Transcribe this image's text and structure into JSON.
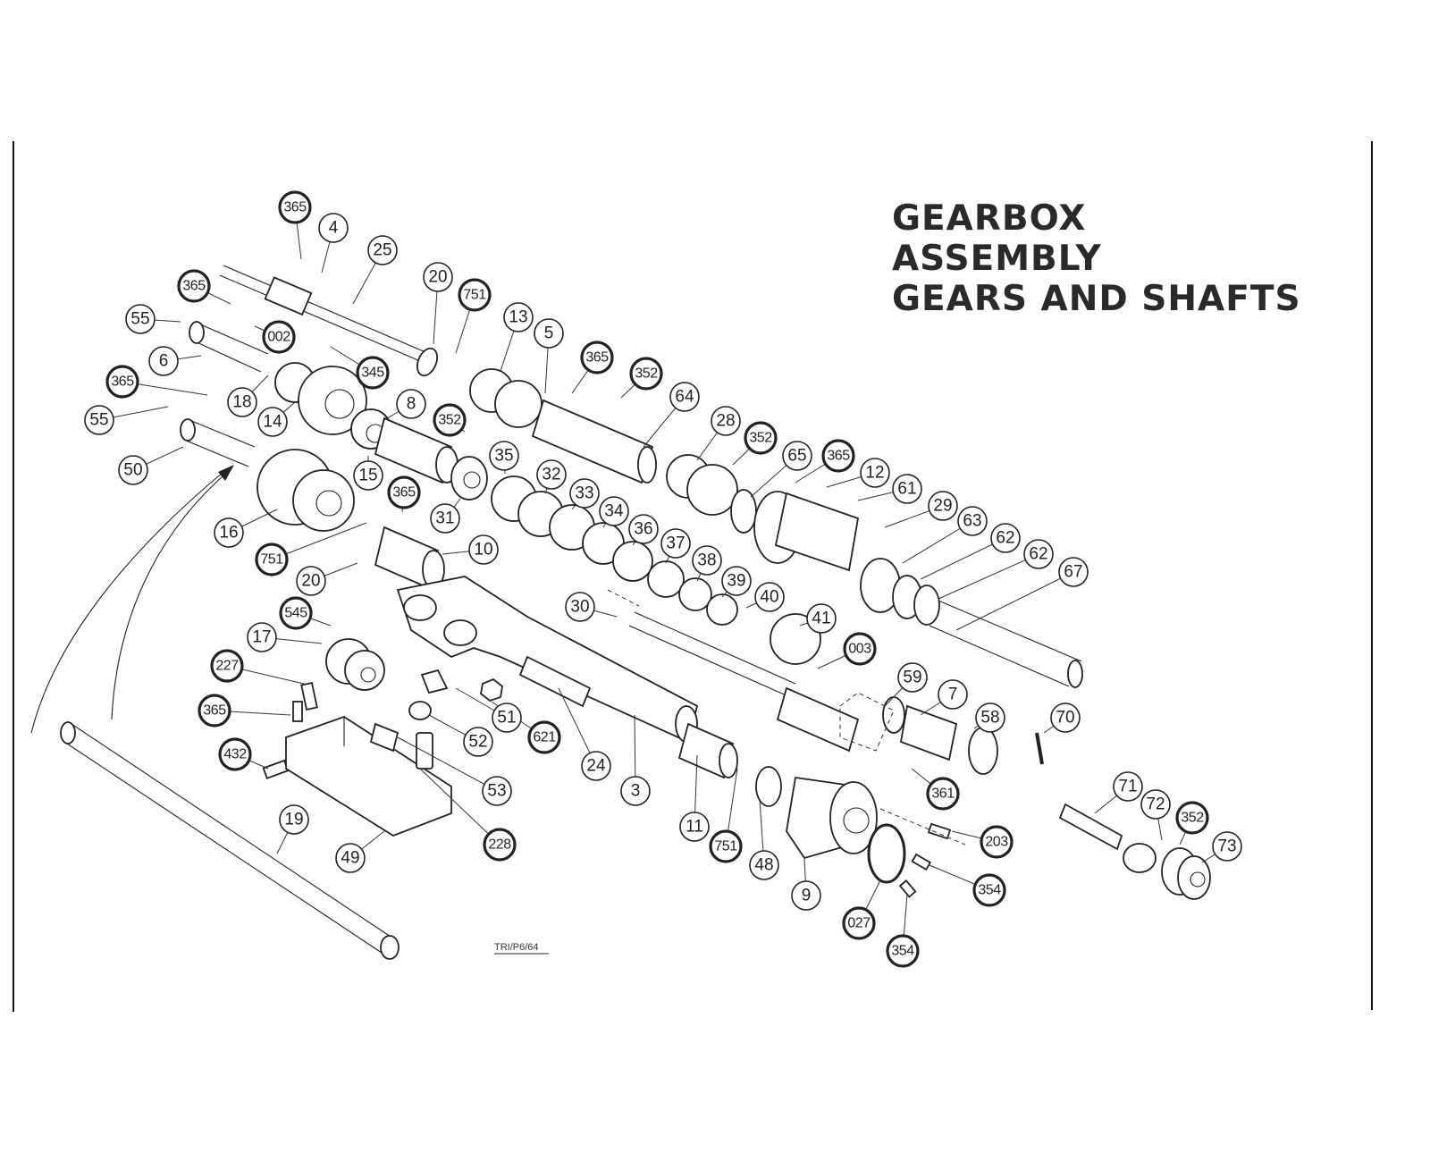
{
  "title": {
    "lines": [
      "GEARBOX",
      "ASSEMBLY",
      "GEARS AND SHAFTS"
    ]
  },
  "drawing_code": "TRI/P6/64",
  "callouts": [
    {
      "label": "365",
      "ref": true
    },
    {
      "label": "4",
      "ref": false
    },
    {
      "label": "25",
      "ref": false
    },
    {
      "label": "365",
      "ref": true
    },
    {
      "label": "20",
      "ref": false
    },
    {
      "label": "751",
      "ref": true
    },
    {
      "label": "55",
      "ref": false
    },
    {
      "label": "002",
      "ref": true
    },
    {
      "label": "13",
      "ref": false
    },
    {
      "label": "5",
      "ref": false
    },
    {
      "label": "365",
      "ref": true
    },
    {
      "label": "6",
      "ref": false
    },
    {
      "label": "345",
      "ref": true
    },
    {
      "label": "352",
      "ref": true
    },
    {
      "label": "365",
      "ref": true
    },
    {
      "label": "18",
      "ref": false
    },
    {
      "label": "14",
      "ref": false
    },
    {
      "label": "8",
      "ref": false
    },
    {
      "label": "64",
      "ref": false
    },
    {
      "label": "55",
      "ref": false
    },
    {
      "label": "352",
      "ref": true
    },
    {
      "label": "28",
      "ref": false
    },
    {
      "label": "352",
      "ref": true
    },
    {
      "label": "65",
      "ref": false
    },
    {
      "label": "365",
      "ref": true
    },
    {
      "label": "50",
      "ref": false
    },
    {
      "label": "15",
      "ref": false
    },
    {
      "label": "35",
      "ref": false
    },
    {
      "label": "12",
      "ref": false
    },
    {
      "label": "32",
      "ref": false
    },
    {
      "label": "365",
      "ref": true
    },
    {
      "label": "33",
      "ref": false
    },
    {
      "label": "61",
      "ref": false
    },
    {
      "label": "29",
      "ref": false
    },
    {
      "label": "16",
      "ref": false
    },
    {
      "label": "31",
      "ref": false
    },
    {
      "label": "34",
      "ref": false
    },
    {
      "label": "36",
      "ref": false
    },
    {
      "label": "63",
      "ref": false
    },
    {
      "label": "10",
      "ref": false
    },
    {
      "label": "62",
      "ref": false
    },
    {
      "label": "37",
      "ref": false
    },
    {
      "label": "751",
      "ref": true
    },
    {
      "label": "62",
      "ref": false
    },
    {
      "label": "38",
      "ref": false
    },
    {
      "label": "20",
      "ref": false
    },
    {
      "label": "67",
      "ref": false
    },
    {
      "label": "39",
      "ref": false
    },
    {
      "label": "40",
      "ref": false
    },
    {
      "label": "30",
      "ref": false
    },
    {
      "label": "545",
      "ref": true
    },
    {
      "label": "41",
      "ref": false
    },
    {
      "label": "17",
      "ref": false
    },
    {
      "label": "003",
      "ref": true
    },
    {
      "label": "227",
      "ref": true
    },
    {
      "label": "59",
      "ref": false
    },
    {
      "label": "7",
      "ref": false
    },
    {
      "label": "365",
      "ref": true
    },
    {
      "label": "51",
      "ref": false
    },
    {
      "label": "621",
      "ref": true
    },
    {
      "label": "58",
      "ref": false
    },
    {
      "label": "70",
      "ref": false
    },
    {
      "label": "52",
      "ref": false
    },
    {
      "label": "432",
      "ref": true
    },
    {
      "label": "24",
      "ref": false
    },
    {
      "label": "3",
      "ref": false
    },
    {
      "label": "53",
      "ref": false
    },
    {
      "label": "361",
      "ref": true
    },
    {
      "label": "71",
      "ref": false
    },
    {
      "label": "19",
      "ref": false
    },
    {
      "label": "72",
      "ref": false
    },
    {
      "label": "352",
      "ref": true
    },
    {
      "label": "11",
      "ref": false
    },
    {
      "label": "228",
      "ref": true
    },
    {
      "label": "203",
      "ref": true
    },
    {
      "label": "73",
      "ref": false
    },
    {
      "label": "751",
      "ref": true
    },
    {
      "label": "49",
      "ref": false
    },
    {
      "label": "48",
      "ref": false
    },
    {
      "label": "9",
      "ref": false
    },
    {
      "label": "354",
      "ref": true
    },
    {
      "label": "027",
      "ref": true
    },
    {
      "label": "354",
      "ref": true
    }
  ]
}
